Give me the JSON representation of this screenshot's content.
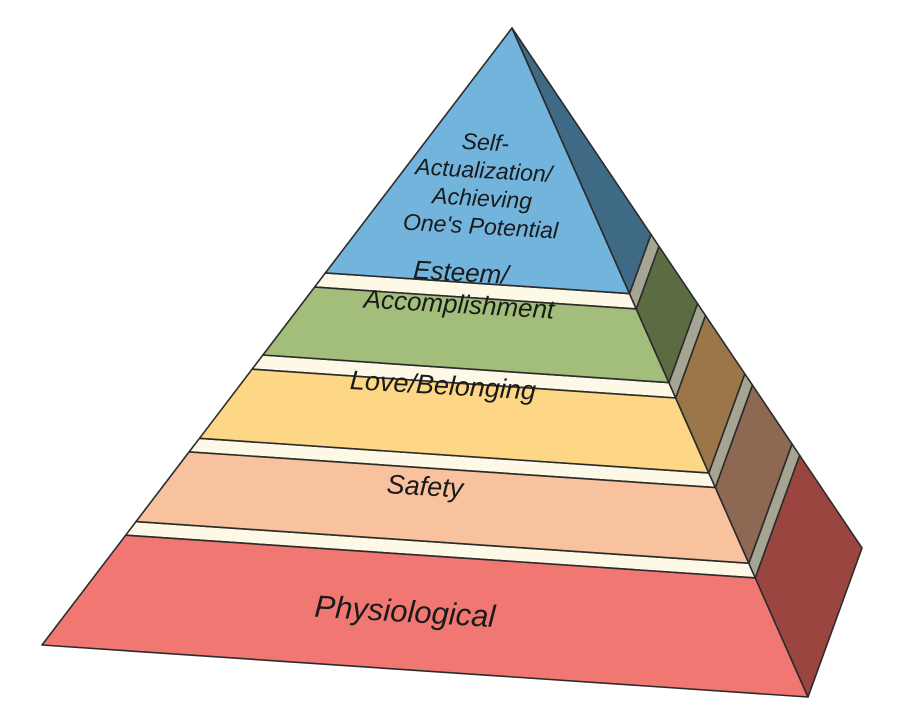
{
  "pyramid": {
    "levels": [
      {
        "lines": [
          "Physiological"
        ],
        "front_color": "#f07772",
        "side_color": "#9b4541"
      },
      {
        "lines": [
          "Safety"
        ],
        "front_color": "#f8c29f",
        "side_color": "#8d6954"
      },
      {
        "lines": [
          "Love/Belonging"
        ],
        "front_color": "#fdd686",
        "side_color": "#9a7648"
      },
      {
        "lines": [
          "Esteem/",
          "Accomplishment"
        ],
        "front_color": "#a3be7b",
        "side_color": "#5b6c43"
      },
      {
        "lines": [
          "Self-",
          "Actualization/",
          "Achieving",
          "One's Potential"
        ],
        "front_color": "#72b4dc",
        "side_color": "#3e6a85"
      }
    ],
    "separator_front_color": "#fdf9e6",
    "separator_side_color": "#a6a493",
    "outline_color": "#2b2b2b"
  }
}
